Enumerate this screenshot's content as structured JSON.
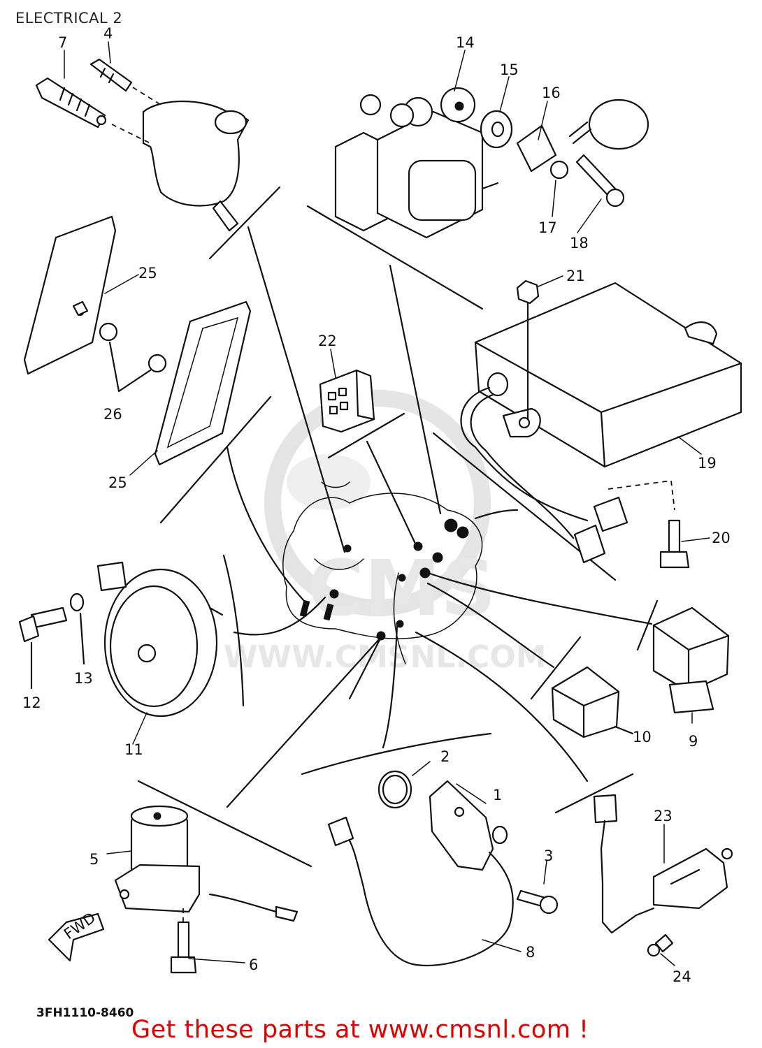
{
  "header": {
    "title": "ELECTRICAL 2"
  },
  "footer": {
    "figure_code": "3FH1110-8460",
    "cta": "Get these parts at www.cmsnl.com !"
  },
  "watermark": {
    "brand": "CMS",
    "url": "WWW.CMSNL.COM"
  },
  "fwd_label": "FWD",
  "callouts": [
    "1",
    "2",
    "3",
    "4",
    "5",
    "6",
    "7",
    "8",
    "9",
    "10",
    "11",
    "12",
    "13",
    "14",
    "15",
    "16",
    "17",
    "18",
    "19",
    "20",
    "21",
    "22",
    "23",
    "24",
    "25",
    "25",
    "26"
  ],
  "colors": {
    "ink": "#111111",
    "cta": "#e00000",
    "background": "#ffffff",
    "watermark": "#d0d0d0"
  }
}
